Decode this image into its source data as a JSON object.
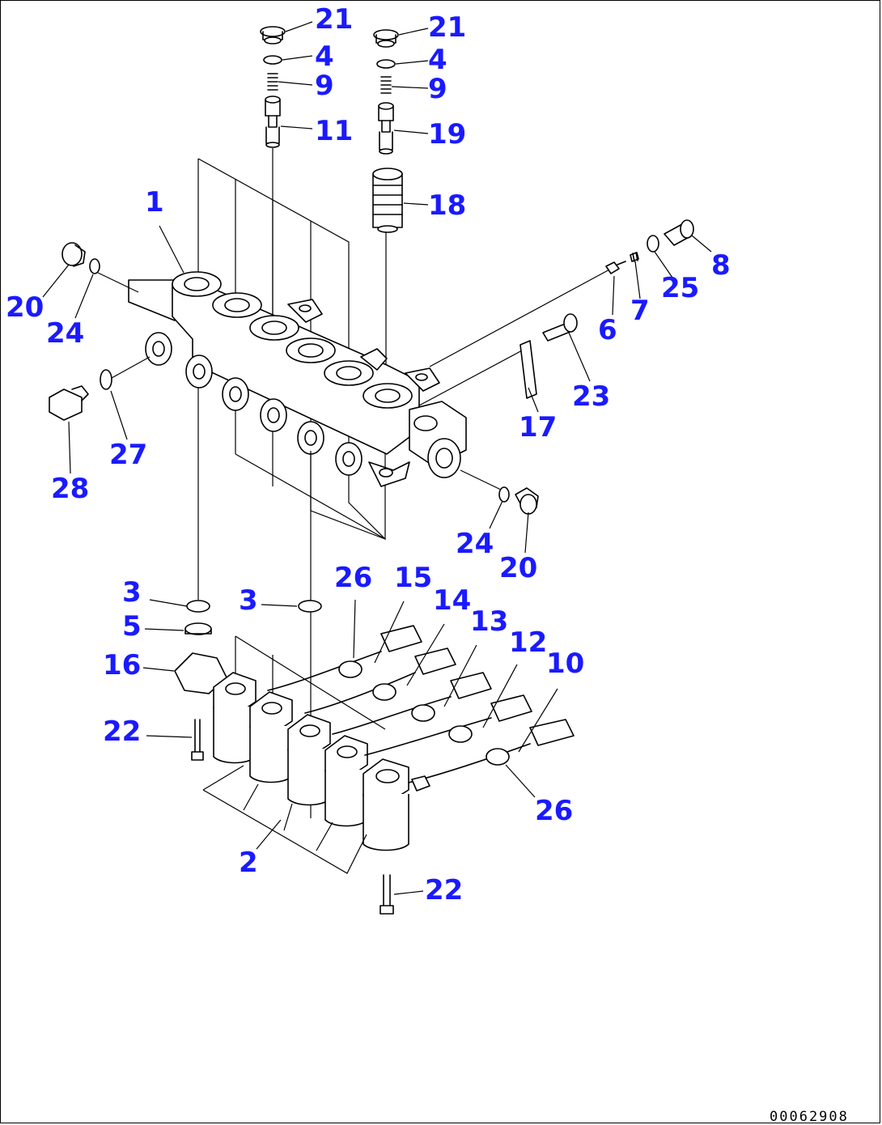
{
  "diagram": {
    "doc_number": "00062908",
    "callouts": [
      {
        "id": "c21a",
        "text": "21"
      },
      {
        "id": "c4a",
        "text": "4"
      },
      {
        "id": "c9a",
        "text": "9"
      },
      {
        "id": "c11",
        "text": "11"
      },
      {
        "id": "c21b",
        "text": "21"
      },
      {
        "id": "c4b",
        "text": "4"
      },
      {
        "id": "c9b",
        "text": "9"
      },
      {
        "id": "c19",
        "text": "19"
      },
      {
        "id": "c18",
        "text": "18"
      },
      {
        "id": "c1",
        "text": "1"
      },
      {
        "id": "c8",
        "text": "8"
      },
      {
        "id": "c25",
        "text": "25"
      },
      {
        "id": "c7",
        "text": "7"
      },
      {
        "id": "c6",
        "text": "6"
      },
      {
        "id": "c20a",
        "text": "20"
      },
      {
        "id": "c24a",
        "text": "24"
      },
      {
        "id": "c23",
        "text": "23"
      },
      {
        "id": "c17",
        "text": "17"
      },
      {
        "id": "c27",
        "text": "27"
      },
      {
        "id": "c28",
        "text": "28"
      },
      {
        "id": "c24b",
        "text": "24"
      },
      {
        "id": "c20b",
        "text": "20"
      },
      {
        "id": "c26a",
        "text": "26"
      },
      {
        "id": "c15",
        "text": "15"
      },
      {
        "id": "c14",
        "text": "14"
      },
      {
        "id": "c13",
        "text": "13"
      },
      {
        "id": "c12",
        "text": "12"
      },
      {
        "id": "c10",
        "text": "10"
      },
      {
        "id": "c3a",
        "text": "3"
      },
      {
        "id": "c3b",
        "text": "3"
      },
      {
        "id": "c5",
        "text": "5"
      },
      {
        "id": "c16",
        "text": "16"
      },
      {
        "id": "c22a",
        "text": "22"
      },
      {
        "id": "c26b",
        "text": "26"
      },
      {
        "id": "c2",
        "text": "2"
      },
      {
        "id": "c22b",
        "text": "22"
      }
    ]
  }
}
